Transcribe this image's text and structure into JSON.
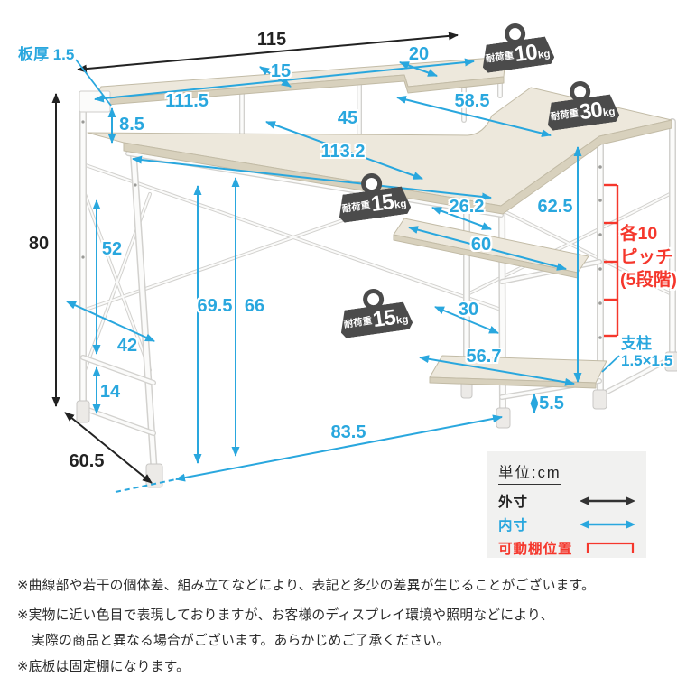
{
  "dims": {
    "thickness": "板厚 1.5",
    "d115": "115",
    "d15": "15",
    "d20": "20",
    "d111_5": "111.5",
    "d8_5": "8.5",
    "d45": "45",
    "d58_5": "58.5",
    "d113_2": "113.2",
    "d80": "80",
    "d52": "52",
    "d69_5": "69.5",
    "d66": "66",
    "d42": "42",
    "d14": "14",
    "d26_2": "26.2",
    "d62_5": "62.5",
    "d60": "60",
    "d30": "30",
    "d56_7": "56.7",
    "d60_5": "60.5",
    "d83_5": "83.5",
    "d5_5": "5.5",
    "pillar_l1": "支柱",
    "pillar_l2": "1.5×1.5",
    "pitch_l1": "各10",
    "pitch_l2": "ピッチ",
    "pitch_l3": "(5段階)"
  },
  "badges": [
    {
      "prefix": "耐荷重",
      "value": "10",
      "unit": "kg"
    },
    {
      "prefix": "耐荷重",
      "value": "30",
      "unit": "kg"
    },
    {
      "prefix": "耐荷重",
      "value": "15",
      "unit": "kg"
    },
    {
      "prefix": "耐荷重",
      "value": "15",
      "unit": "kg"
    }
  ],
  "legend": {
    "unit_label": "単位:cm",
    "outer_label": "外寸",
    "inner_label": "内寸",
    "movable_shelf_label": "可動棚位置"
  },
  "footnotes": [
    {
      "text": "※曲線部や若干の個体差、組み立てなどにより、表記と多少の差異が生じることがございます。"
    },
    {
      "text": "※実物に近い色目で表現しておりますが、お客様のディスプレイ環境や照明などにより、"
    },
    {
      "text": "実際の商品と異なる場合がございます。あらかじめご了承ください。"
    },
    {
      "text": "※底板は固定棚になります。"
    }
  ],
  "colors": {
    "blue": "#29a7de",
    "red": "#f5372c",
    "badge_gray": "#4b4b4b"
  }
}
